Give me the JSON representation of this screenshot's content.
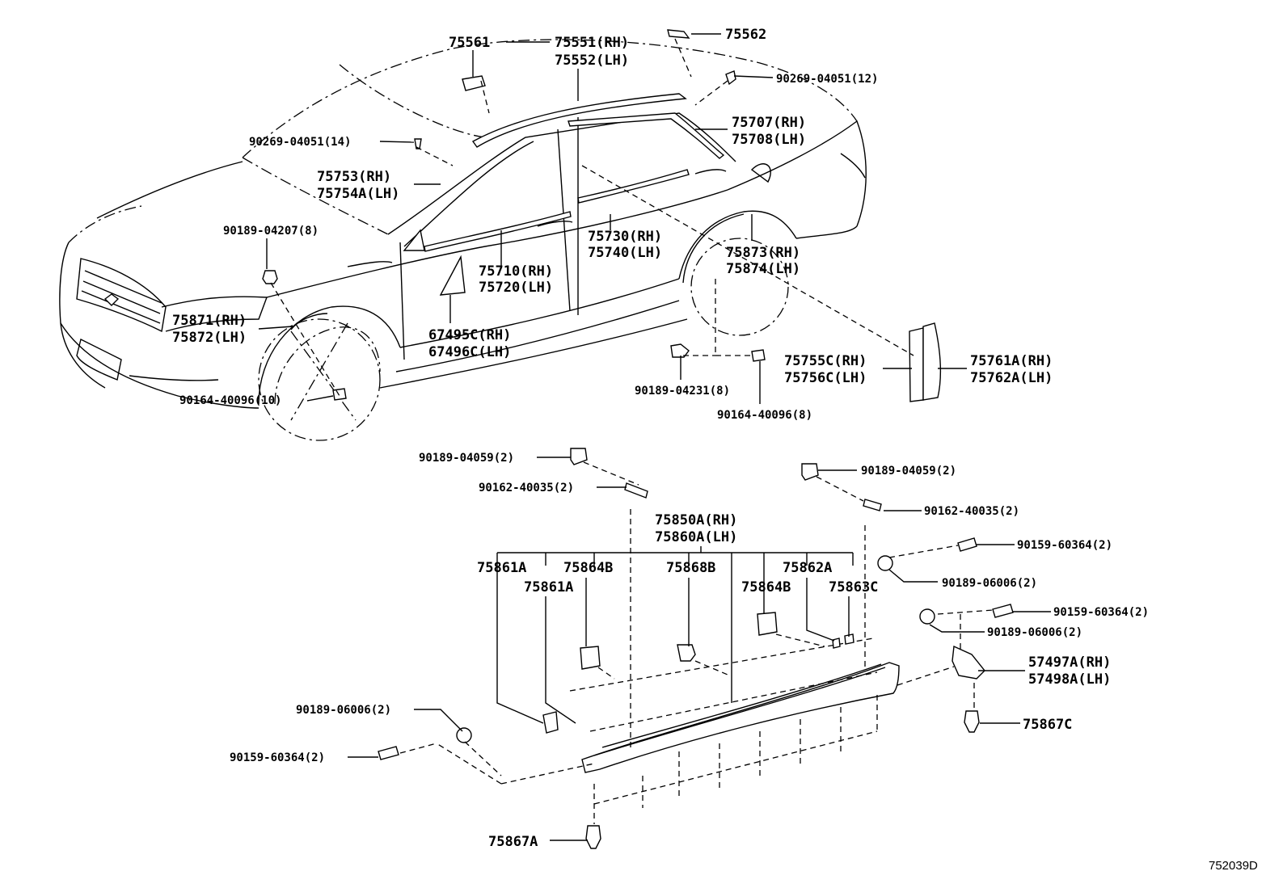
{
  "drawing_number": "752039D",
  "labels": {
    "p75561": "75561",
    "p75551": "75551(RH)",
    "p75552": "75552(LH)",
    "p75562": "75562",
    "p90269_12": "90269-04051(12)",
    "p90269_14": "90269-04051(14)",
    "p75707": "75707(RH)",
    "p75708": "75708(LH)",
    "p75753": "75753(RH)",
    "p75754a": "75754A(LH)",
    "p90189_04207": "90189-04207(8)",
    "p75730": "75730(RH)",
    "p75740": "75740(LH)",
    "p75873": "75873(RH)",
    "p75874": "75874(LH)",
    "p75710": "75710(RH)",
    "p75720": "75720(LH)",
    "p75871": "75871(RH)",
    "p75872": "75872(LH)",
    "p67495c": "67495C(RH)",
    "p67496c": "67496C(LH)",
    "p75755c": "75755C(RH)",
    "p75756c": "75756C(LH)",
    "p75761a": "75761A(RH)",
    "p75762a": "75762A(LH)",
    "p90189_04231": "90189-04231(8)",
    "p90164_10": "90164-40096(10)",
    "p90164_8": "90164-40096(8)",
    "p90189_04059_a": "90189-04059(2)",
    "p90162_a": "90162-40035(2)",
    "p90189_04059_b": "90189-04059(2)",
    "p90162_b": "90162-40035(2)",
    "p75850a": "75850A(RH)",
    "p75860a": "75860A(LH)",
    "p90159_a": "90159-60364(2)",
    "p90189_06006_a": "90189-06006(2)",
    "p90159_b": "90159-60364(2)",
    "p90189_06006_b": "90189-06006(2)",
    "p75861a_1": "75861A",
    "p75864b_1": "75864B",
    "p75868b": "75868B",
    "p75864b_2": "75864B",
    "p75862a": "75862A",
    "p75861a_2": "75861A",
    "p75863c": "75863C",
    "p57497a": "57497A(RH)",
    "p57498a": "57498A(LH)",
    "p75867c": "75867C",
    "p90189_06006_c": "90189-06006(2)",
    "p90159_c": "90159-60364(2)",
    "p75867a": "75867A"
  }
}
